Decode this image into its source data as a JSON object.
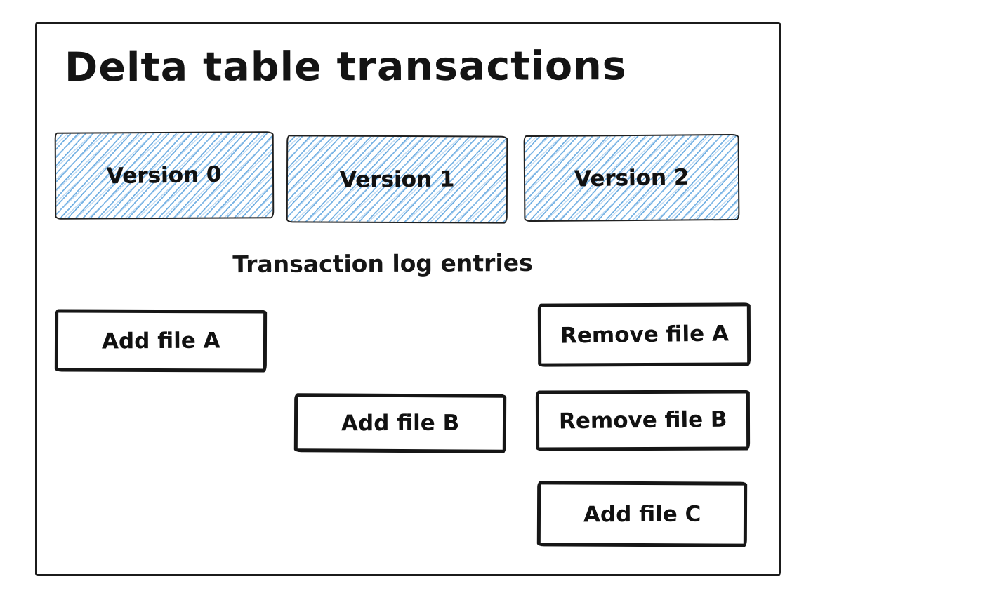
{
  "canvas": {
    "background_color": "#ffffff",
    "ink_color": "#1b1b1b",
    "hatch_color": "#74b1e3"
  },
  "diagram": {
    "title": "Delta table transactions",
    "versions": [
      {
        "label": "Version 0"
      },
      {
        "label": "Version 1"
      },
      {
        "label": "Version 2"
      }
    ],
    "log_caption": "Transaction log entries",
    "log_entries": [
      {
        "label": "Add file A",
        "version": "Version 0"
      },
      {
        "label": "Remove file A",
        "version": "Version 2"
      },
      {
        "label": "Add file B",
        "version": "Version 1"
      },
      {
        "label": "Remove file B",
        "version": "Version 2"
      },
      {
        "label": "Add file C",
        "version": "Version 2"
      }
    ]
  }
}
